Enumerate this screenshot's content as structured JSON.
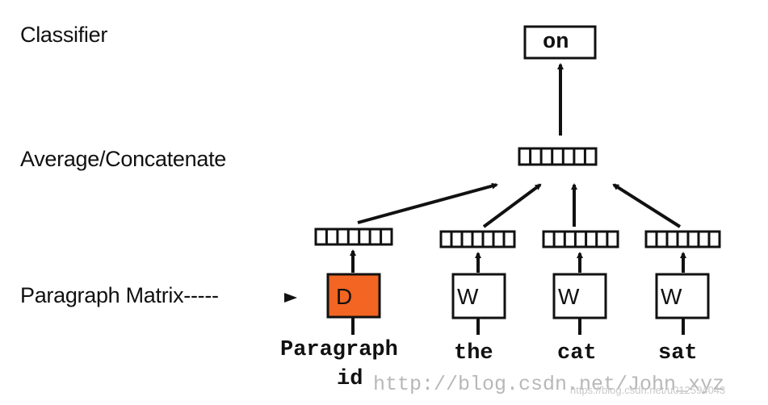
{
  "labels": {
    "classifier": "Classifier",
    "average": "Average/Concatenate",
    "paragraph_matrix": "Paragraph Matrix-----"
  },
  "nodes": {
    "output": "on",
    "paragraph_vector": "D",
    "word_vector": "W"
  },
  "inputs": [
    "Paragraph",
    "the",
    "cat",
    "sat"
  ],
  "inputs_line2": [
    "id"
  ],
  "watermark": "http://blog.csdn.net/John_xyz",
  "watermark_small": "https://blog.csdn.net/u012594043",
  "colors": {
    "paragraph_box": "#f26522",
    "stroke": "#111111",
    "watermark": "#b8b8b8"
  }
}
